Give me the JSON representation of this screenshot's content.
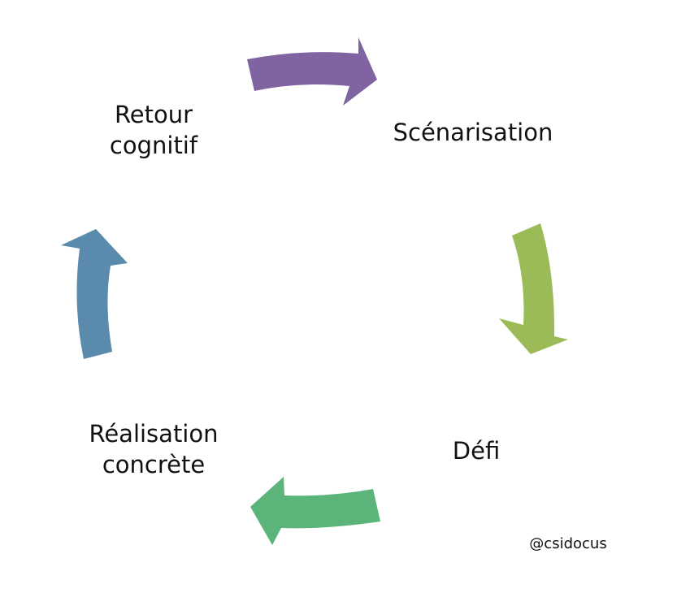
{
  "stages": [
    {
      "id": "scenarisation",
      "lines": [
        "Scénarisation"
      ]
    },
    {
      "id": "defi",
      "lines": [
        "Défi"
      ]
    },
    {
      "id": "realisation",
      "lines": [
        "Réalisation",
        "concrète"
      ]
    },
    {
      "id": "retour",
      "lines": [
        "Retour",
        "cognitif"
      ]
    }
  ],
  "arrows": [
    {
      "from": "retour",
      "to": "scenarisation",
      "color": "#8064A2"
    },
    {
      "from": "scenarisation",
      "to": "defi",
      "color": "#9BBB59"
    },
    {
      "from": "defi",
      "to": "realisation",
      "color": "#5BB47A"
    },
    {
      "from": "realisation",
      "to": "retour",
      "color": "#5A8AAC"
    }
  ],
  "watermark": "@csidocus"
}
